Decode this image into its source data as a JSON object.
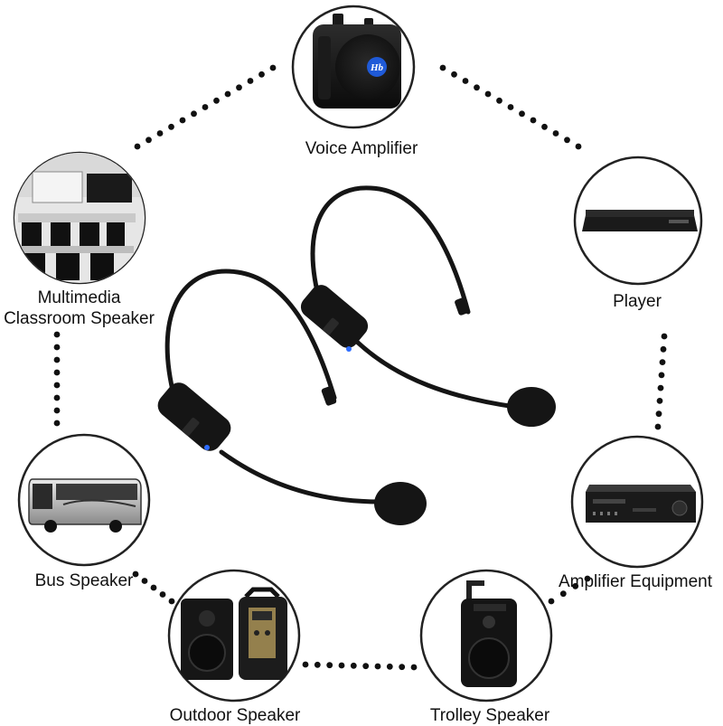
{
  "products": {
    "voice_amplifier": {
      "label": "Voice Amplifier"
    },
    "player": {
      "label": "Player"
    },
    "multimedia_classroom": {
      "label_line1": "Multimedia",
      "label_line2": "Classroom Speaker"
    },
    "amplifier_equipment": {
      "label": "Amplifier Equipment"
    },
    "bus_speaker": {
      "label": "Bus Speaker"
    },
    "outdoor_speaker": {
      "label": "Outdoor Speaker"
    },
    "trolley_speaker": {
      "label": "Trolley Speaker"
    }
  },
  "colors": {
    "ring": "#222222",
    "dots": "#111111",
    "headset": "#151515",
    "led": "#2d6cff"
  },
  "icons": [
    "voice-amplifier-icon",
    "player-icon",
    "classroom-icon",
    "amplifier-icon",
    "bus-icon",
    "outdoor-speaker-icon",
    "trolley-speaker-icon",
    "headset-icon"
  ]
}
